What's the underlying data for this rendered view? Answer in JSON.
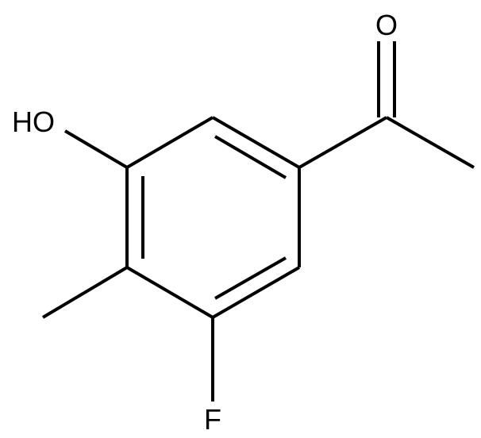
{
  "molecule": {
    "atoms": {
      "oxygen_carbonyl": "O",
      "hydroxyl": "HO",
      "fluorine": "F"
    }
  },
  "colors": {
    "bond": "#000000",
    "label": "#000000",
    "background": "#ffffff"
  }
}
